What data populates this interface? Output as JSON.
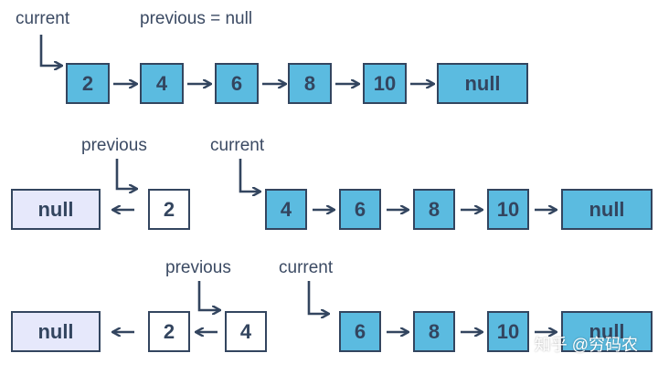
{
  "rows": [
    {
      "labels": {
        "current": "current",
        "previous": "previous = null"
      },
      "nodes": [
        "2",
        "4",
        "6",
        "8",
        "10",
        "null"
      ]
    },
    {
      "labels": {
        "previous": "previous",
        "current": "current"
      },
      "reversed_nodes": [
        "null",
        "2"
      ],
      "nodes": [
        "4",
        "6",
        "8",
        "10",
        "null"
      ]
    },
    {
      "labels": {
        "previous": "previous",
        "current": "current"
      },
      "reversed_nodes": [
        "null",
        "2",
        "4"
      ],
      "nodes": [
        "6",
        "8",
        "10",
        "null"
      ]
    }
  ],
  "colors": {
    "node_fill": "#5bbbe0",
    "null_fill_reversed": "#e6e8fb",
    "stroke": "#33455f",
    "text": "#3b4a63"
  },
  "watermark": "知乎 @穷码农"
}
